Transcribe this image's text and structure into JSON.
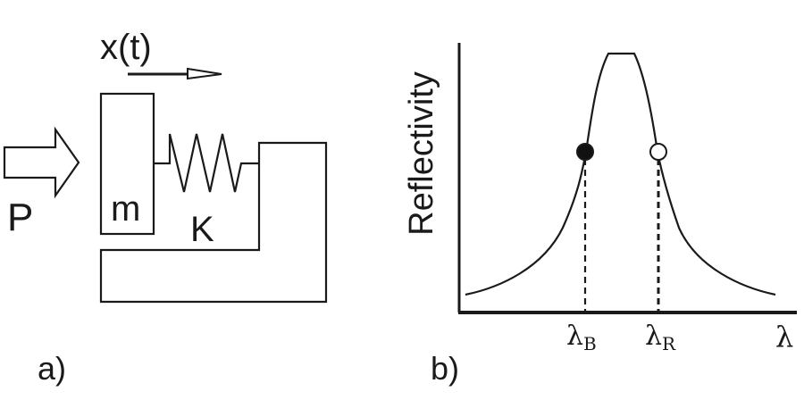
{
  "panel_a": {
    "displacement_label": "x(t)",
    "force_label": "P",
    "mass_label": "m",
    "spring_label": "K",
    "panel_label": "a)"
  },
  "panel_b": {
    "ylabel": "Reflectivity",
    "xlabel": "λ",
    "blue_marker_symbol": "λ",
    "blue_marker_subscript": "B",
    "red_marker_symbol": "λ",
    "red_marker_subscript": "R",
    "panel_label": "b)",
    "blue_marker_fill": "#111111",
    "red_marker_fill": "#ffffff"
  }
}
